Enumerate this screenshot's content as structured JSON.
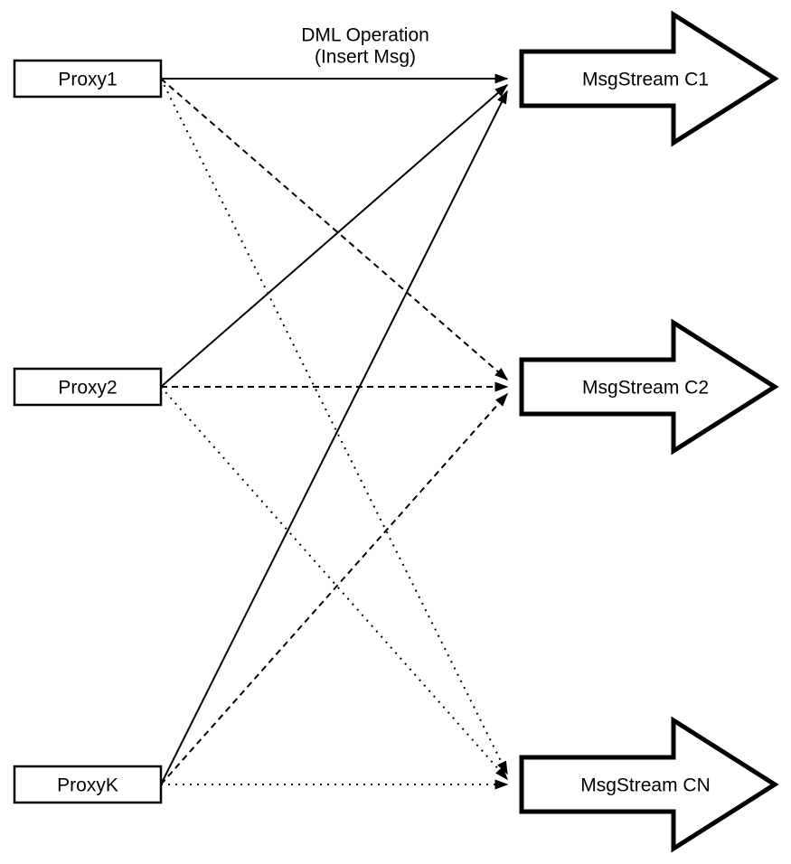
{
  "title": {
    "line1": "DML Operation",
    "line2": "(Insert Msg)"
  },
  "proxies": [
    {
      "label": "Proxy1"
    },
    {
      "label": "Proxy2"
    },
    {
      "label": "ProxyK"
    }
  ],
  "streams": [
    {
      "label": "MsgStream C1"
    },
    {
      "label": "MsgStream C2"
    },
    {
      "label": "MsgStream CN"
    }
  ],
  "edges": [
    {
      "from": "Proxy1",
      "to": "MsgStream C1",
      "style": "solid"
    },
    {
      "from": "Proxy1",
      "to": "MsgStream C2",
      "style": "dashed"
    },
    {
      "from": "Proxy1",
      "to": "MsgStream CN",
      "style": "dotted"
    },
    {
      "from": "Proxy2",
      "to": "MsgStream C1",
      "style": "solid"
    },
    {
      "from": "Proxy2",
      "to": "MsgStream C2",
      "style": "dashed"
    },
    {
      "from": "Proxy2",
      "to": "MsgStream CN",
      "style": "dotted"
    },
    {
      "from": "ProxyK",
      "to": "MsgStream C1",
      "style": "solid"
    },
    {
      "from": "ProxyK",
      "to": "MsgStream C2",
      "style": "dashed"
    },
    {
      "from": "ProxyK",
      "to": "MsgStream CN",
      "style": "dotted"
    }
  ],
  "colors": {
    "line": "#000000",
    "fill": "#ffffff"
  }
}
